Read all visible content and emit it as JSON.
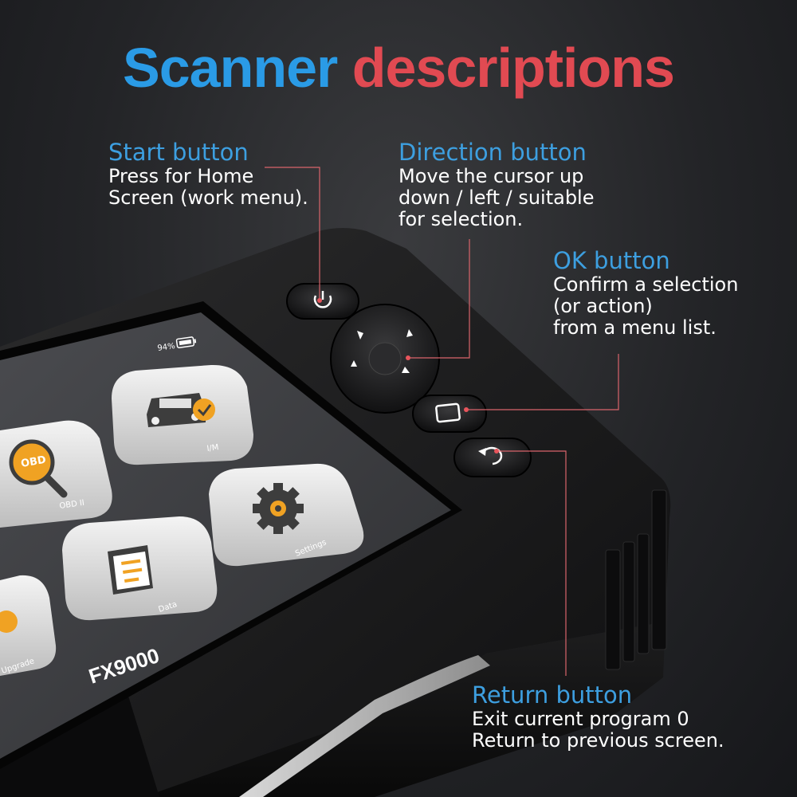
{
  "heading": {
    "word1": "Scanner",
    "word2": "descriptions"
  },
  "device": {
    "model": "FX9000",
    "battery": "94%",
    "apps": [
      {
        "id": "obd",
        "label": "OBD II",
        "icon_text": "OBD"
      },
      {
        "id": "im",
        "label": "I/M"
      },
      {
        "id": "settings",
        "label": "Settings"
      },
      {
        "id": "data",
        "label": "Data"
      },
      {
        "id": "upgrade",
        "label": "Upgrade"
      }
    ]
  },
  "callouts": {
    "start": {
      "title": "Start button",
      "lines": [
        "Press for Home",
        "Screen (work menu)."
      ]
    },
    "direction": {
      "title": "Direction button",
      "lines": [
        "Move the cursor up",
        "down / left / suitable",
        "for selection."
      ]
    },
    "ok": {
      "title": "OK button",
      "lines": [
        "Confirm a selection",
        "(or action)",
        "from a menu list."
      ]
    },
    "return": {
      "title": "Return button",
      "lines": [
        "Exit current program 0",
        "Return to previous screen."
      ]
    }
  },
  "colors": {
    "title_blue": "#2a9be6",
    "title_red": "#e14a52",
    "callout_blue": "#3d9fe0",
    "leader_red": "#e8555c",
    "device_body": "#141414",
    "screen_bg": "#3c3d40",
    "accent_orange": "#f0a223"
  },
  "icons": [
    "power-icon",
    "arrow-up-icon",
    "arrow-down-icon",
    "arrow-left-icon",
    "arrow-right-icon",
    "ok-square-icon",
    "return-arrow-icon",
    "battery-icon",
    "car-icon",
    "checkmark-icon",
    "magnifier-icon",
    "gear-icon",
    "book-icon"
  ]
}
